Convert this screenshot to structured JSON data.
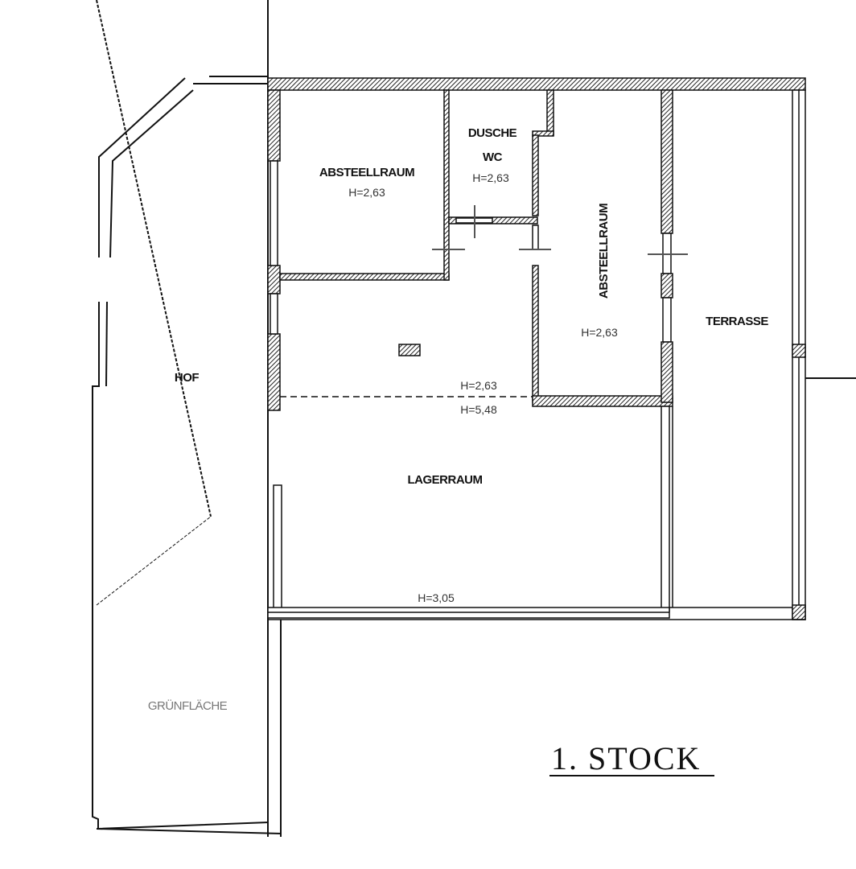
{
  "plan": {
    "title": "1. STOCK",
    "rooms": {
      "abstellraum_1": {
        "name": "ABSTEELLRAUM",
        "height": "H=2,63"
      },
      "dusche": {
        "name_line1": "DUSCHE",
        "name_line2": "WC",
        "height": "H=2,63"
      },
      "abstellraum_2": {
        "name": "ABSTEELLRAUM",
        "height": "H=2,63"
      },
      "terrasse": {
        "name": "TERRASSE"
      },
      "hof": {
        "name": "HOF"
      },
      "lagerraum": {
        "name": "LAGERRAUM",
        "height_upper": "H=2,63",
        "height_lower": "H=5,48",
        "height_bottom": "H=3,05"
      },
      "gruenflaeche": {
        "name": "GRÜNFLÄCHE"
      }
    },
    "colors": {
      "line": "#111111",
      "hatch": "#333333"
    }
  }
}
